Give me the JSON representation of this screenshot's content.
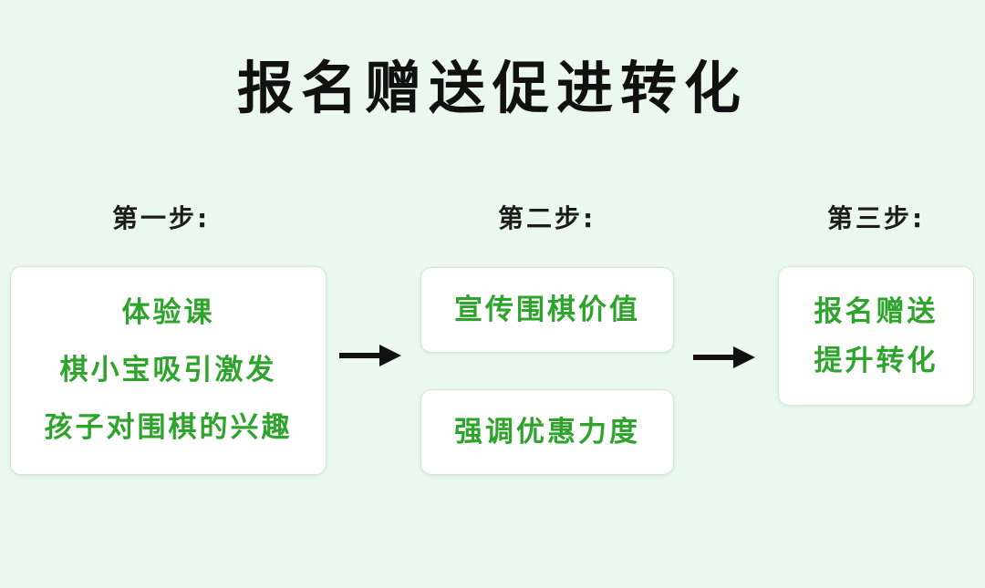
{
  "title": "报名赠送促进转化",
  "steps": [
    {
      "label": "第一步:",
      "boxes": [
        {
          "lines": [
            "体验课",
            "棋小宝吸引激发",
            "孩子对围棋的兴趣"
          ]
        }
      ]
    },
    {
      "label": "第二步:",
      "boxes": [
        {
          "lines": [
            "宣传围棋价值"
          ]
        },
        {
          "lines": [
            "强调优惠力度"
          ]
        }
      ]
    },
    {
      "label": "第三步:",
      "boxes": [
        {
          "lines": [
            "报名赠送",
            "提升转化"
          ]
        }
      ]
    }
  ],
  "colors": {
    "background": "#eaf8ee",
    "box_text": "#2ea42c",
    "title_text": "#111111",
    "arrow": "#111111"
  },
  "icons": [
    "right-arrow-icon",
    "right-arrow-icon"
  ]
}
